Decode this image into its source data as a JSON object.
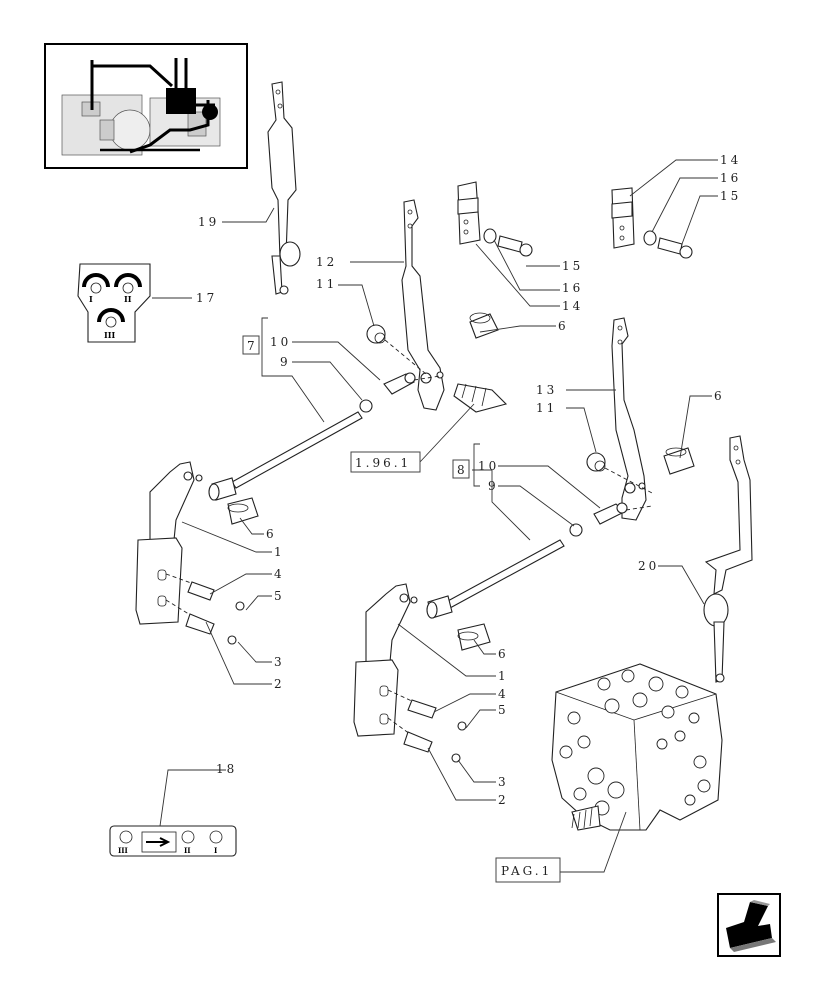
{
  "callouts": {
    "c19": "19",
    "c17": "17",
    "c12": "12",
    "c11a": "11",
    "c10a": "10",
    "c9a": "9",
    "c7": "7",
    "c196": "1.96.1",
    "c6a": "6",
    "c1a": "1",
    "c4a": "4",
    "c5a": "5",
    "c3a": "3",
    "c2a": "2",
    "c15a": "15",
    "c16a": "16",
    "c14a": "14",
    "c6b": "6",
    "c14b": "14",
    "c16b": "16",
    "c15b": "15",
    "c13": "13",
    "c11b": "11",
    "c6c": "6",
    "c8": "8",
    "c10b": "10",
    "c9b": "9",
    "c20": "20",
    "c6d": "6",
    "c1b": "1",
    "c4b": "4",
    "c5b": "5",
    "c3b": "3",
    "c2b": "2",
    "c18": "18",
    "pag": "PAG.1"
  },
  "symbols": {
    "pos_i": "I",
    "pos_ii": "II",
    "pos_iii": "III",
    "strip_iii": "III",
    "strip_ii": "II",
    "strip_i": "I"
  },
  "icons": {
    "thumbnail": "hydraulic-system-thumbnail-icon",
    "nav": "previous-page-arrow-icon"
  }
}
